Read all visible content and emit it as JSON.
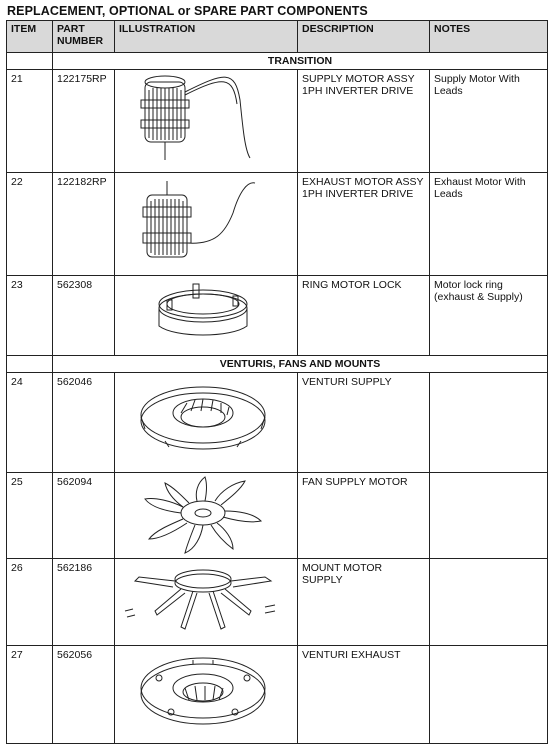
{
  "page_title": "REPLACEMENT, OPTIONAL or SPARE PART COMPONENTS",
  "headers": {
    "item": "ITEM",
    "part_number": "PART NUMBER",
    "illustration": "ILLUSTRATION",
    "description": "DESCRIPTION",
    "notes": "NOTES"
  },
  "sections": [
    {
      "title": "TRANSITION",
      "rows": [
        {
          "item": "21",
          "part": "122175RP",
          "description": "SUPPLY MOTOR ASSY 1PH INVERTER DRIVE",
          "notes": "Supply Motor With Leads",
          "icon": "supply-motor-icon"
        },
        {
          "item": "22",
          "part": "122182RP",
          "description": "EXHAUST MOTOR ASSY 1PH INVERTER DRIVE",
          "notes": "Exhaust Motor With Leads",
          "icon": "exhaust-motor-icon"
        },
        {
          "item": "23",
          "part": "562308",
          "description": "RING MOTOR LOCK",
          "notes": "Motor lock ring (exhaust & Supply)",
          "icon": "ring-motor-lock-icon"
        }
      ]
    },
    {
      "title": "VENTURIS, FANS AND MOUNTS",
      "rows": [
        {
          "item": "24",
          "part": "562046",
          "description": "VENTURI SUPPLY",
          "notes": "",
          "icon": "venturi-supply-icon"
        },
        {
          "item": "25",
          "part": "562094",
          "description": "FAN SUPPLY MOTOR",
          "notes": "",
          "icon": "fan-icon"
        },
        {
          "item": "26",
          "part": "562186",
          "description": "MOUNT MOTOR SUPPLY",
          "notes": "",
          "icon": "mount-motor-icon"
        },
        {
          "item": "27",
          "part": "562056",
          "description": "VENTURI EXHAUST",
          "notes": "",
          "icon": "venturi-exhaust-icon"
        }
      ]
    }
  ]
}
